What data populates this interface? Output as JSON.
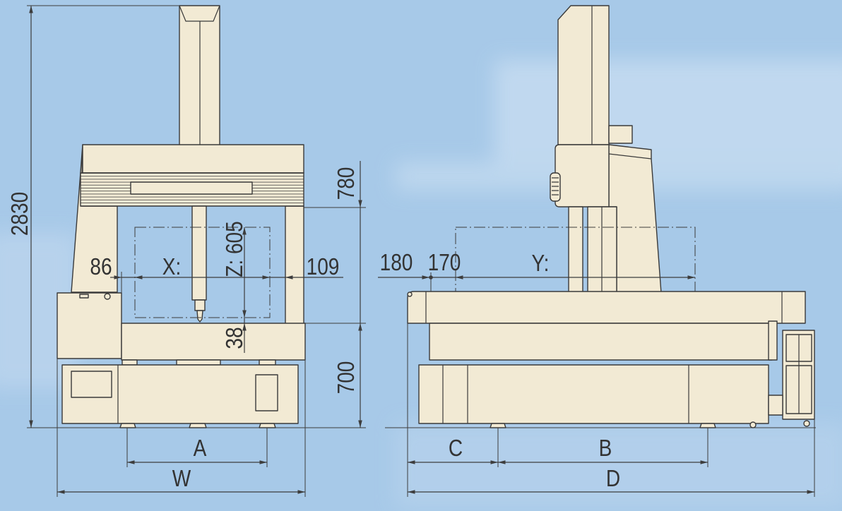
{
  "front_view": {
    "overall_height": "2830",
    "bridge_height": "780",
    "table_height": "700",
    "left_offset": "86",
    "x_label": "X:",
    "z_label": "Z: 605",
    "right_offset": "109",
    "probe_gap": "38",
    "foot_span": "A",
    "width": "W"
  },
  "side_view": {
    "left_offset": "180",
    "inner_offset": "170",
    "y_label": "Y:",
    "front_span": "C",
    "foot_span": "B",
    "depth": "D"
  },
  "colors": {
    "background": "#a7c9e8",
    "machine_fill": "#f2ead4",
    "machine_stroke": "#3a3a3a",
    "dimension_lines": "#3d3d3d",
    "text": "#333333"
  }
}
